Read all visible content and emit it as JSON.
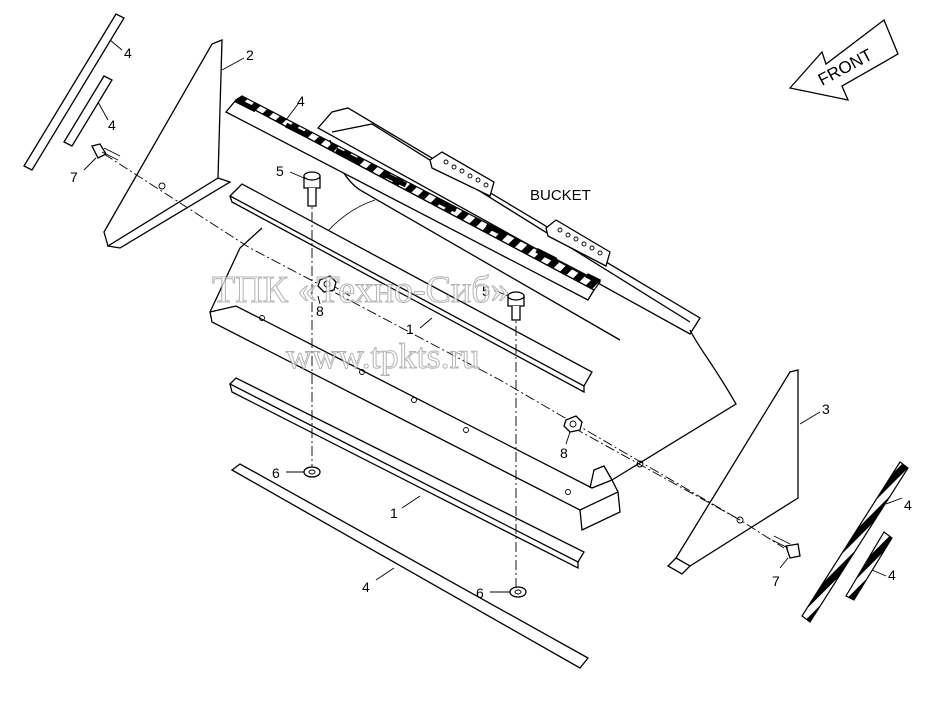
{
  "labels": {
    "front": "FRONT",
    "bucket": "BUCKET"
  },
  "callouts": {
    "c4a": "4",
    "c4b": "4",
    "c2": "2",
    "c4c": "4",
    "c7a": "7",
    "c5a": "5",
    "c8a": "8",
    "c5b": "5",
    "c1a": "1",
    "c3": "3",
    "c8b": "8",
    "c6a": "6",
    "c1b": "1",
    "c4d": "4",
    "c4e": "4",
    "c6b": "6",
    "c7b": "7",
    "c4f": "4"
  },
  "watermark": {
    "line1": "ТПК «Техно-Сиб»",
    "line2": "www.tpkts.ru"
  }
}
